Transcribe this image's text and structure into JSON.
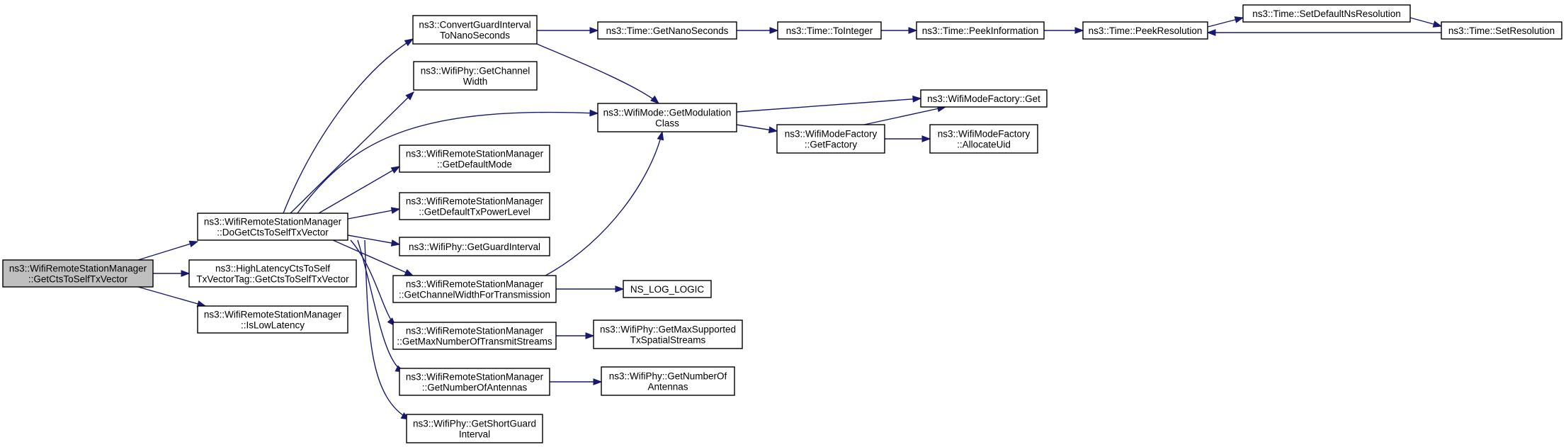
{
  "graph": {
    "colors": {
      "node_fill": "#ffffff",
      "root_fill": "#bfbfbf",
      "node_border": "#000000",
      "edge": "#191970",
      "background": "#ffffff"
    },
    "nodes": {
      "root": [
        "ns3::WifiRemoteStationManager",
        "::GetCtsToSelfTxVector"
      ],
      "doGetCts": [
        "ns3::WifiRemoteStationManager",
        "::DoGetCtsToSelfTxVector"
      ],
      "highLatency": [
        "ns3::HighLatencyCtsToSelf",
        "TxVectorTag::GetCtsToSelfTxVector"
      ],
      "isLowLatency": [
        "ns3::WifiRemoteStationManager",
        "::IsLowLatency"
      ],
      "convertGi": [
        "ns3::ConvertGuardInterval",
        "ToNanoSeconds"
      ],
      "getChannelWidth": [
        "ns3::WifiPhy::GetChannel",
        "Width"
      ],
      "getDefaultMode": [
        "ns3::WifiRemoteStationManager",
        "::GetDefaultMode"
      ],
      "getDefaultTxPower": [
        "ns3::WifiRemoteStationManager",
        "::GetDefaultTxPowerLevel"
      ],
      "getGuardInterval": [
        "ns3::WifiPhy::GetGuardInterval"
      ],
      "getChWidthTx": [
        "ns3::WifiRemoteStationManager",
        "::GetChannelWidthForTransmission"
      ],
      "getMaxNTx": [
        "ns3::WifiRemoteStationManager",
        "::GetMaxNumberOfTransmitStreams"
      ],
      "getNAnt": [
        "ns3::WifiRemoteStationManager",
        "::GetNumberOfAntennas"
      ],
      "getShortGi": [
        "ns3::WifiPhy::GetShortGuard",
        "Interval"
      ],
      "getNanoSeconds": [
        "ns3::Time::GetNanoSeconds"
      ],
      "getModClass": [
        "ns3::WifiMode::GetModulation",
        "Class"
      ],
      "nsLogLogic": [
        "NS_LOG_LOGIC"
      ],
      "getMaxSupported": [
        "ns3::WifiPhy::GetMaxSupported",
        "TxSpatialStreams"
      ],
      "phyGetNAnt": [
        "ns3::WifiPhy::GetNumberOf",
        "Antennas"
      ],
      "toInteger": [
        "ns3::Time::ToInteger"
      ],
      "factory": [
        "ns3::WifiModeFactory",
        "::GetFactory"
      ],
      "peekInfo": [
        "ns3::Time::PeekInformation"
      ],
      "modeFactoryGet": [
        "ns3::WifiModeFactory::Get"
      ],
      "allocateUid": [
        "ns3::WifiModeFactory",
        "::AllocateUid"
      ],
      "peekRes": [
        "ns3::Time::PeekResolution"
      ],
      "setDefaultNs": [
        "ns3::Time::SetDefaultNsResolution"
      ],
      "setRes": [
        "ns3::Time::SetResolution"
      ]
    }
  }
}
